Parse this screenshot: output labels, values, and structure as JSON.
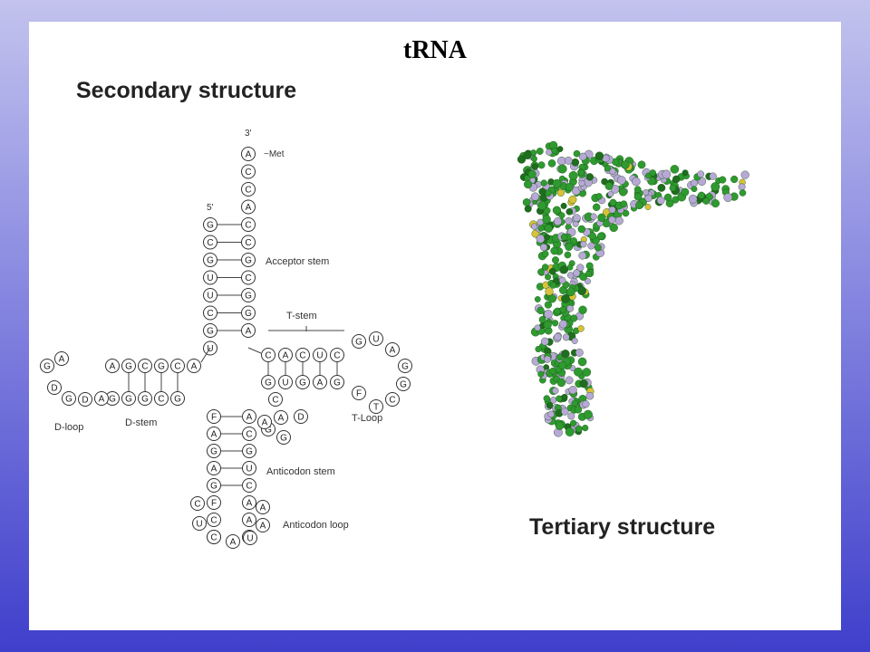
{
  "title": "tRNA",
  "secondary": {
    "heading": "Secondary structure",
    "end3": "3'",
    "end5": "5'",
    "met": "~Met",
    "acceptor_label": "Acceptor stem",
    "tstem_label": "T-stem",
    "tloop_label": "T-Loop",
    "dloop_label": "D-loop",
    "dstem_label": "D-stem",
    "anticodon_stem_label": "Anticodon stem",
    "anticodon_loop_label": "Anticodon loop",
    "acceptor_3": [
      "A",
      "C",
      "C",
      "A",
      "C",
      "C",
      "G",
      "C",
      "G",
      "G",
      "A"
    ],
    "acceptor_5": [
      "G",
      "C",
      "G",
      "U",
      "U",
      "C",
      "G",
      "U"
    ],
    "t_stem_top": [
      "C",
      "A",
      "C",
      "U",
      "C"
    ],
    "t_stem_bottom": [
      "G",
      "U",
      "G",
      "A",
      "G"
    ],
    "t_loop": [
      "G",
      "U",
      "A",
      "G",
      "G",
      "C",
      "T",
      "F"
    ],
    "variable_loop": [
      "C",
      "A",
      "G",
      "G",
      "D"
    ],
    "d_stem_top": [
      "A",
      "C",
      "G",
      "C",
      "G",
      "A"
    ],
    "d_stem_bottom": [
      "G",
      "C",
      "G",
      "G",
      "G"
    ],
    "d_loop": [
      "A",
      "D",
      "G",
      "D",
      "G",
      "A"
    ],
    "anticodon_left": [
      "F",
      "A",
      "G",
      "A",
      "G",
      "F",
      "C",
      "U"
    ],
    "anticodon_right": [
      "A",
      "C",
      "G",
      "U",
      "C",
      "A",
      "A",
      "U"
    ],
    "anticodon_bottom": [
      "C",
      "A"
    ]
  },
  "tertiary": {
    "heading": "Tertiary structure",
    "colors": {
      "green": "#2f9a2f",
      "lavender": "#b8a8d6",
      "dark_green": "#1e6e1e",
      "yellow": "#d8c23a"
    }
  }
}
